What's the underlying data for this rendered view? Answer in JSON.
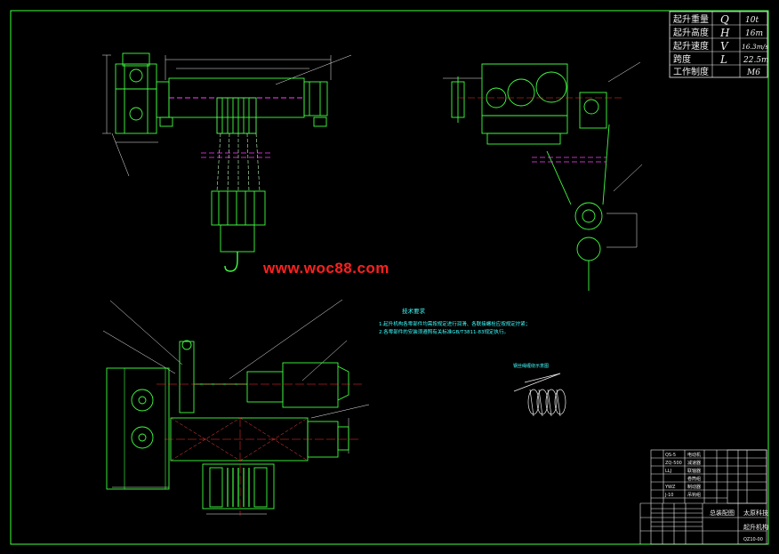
{
  "spec_table": {
    "rows": [
      {
        "label": "起升重量",
        "symbol": "Q",
        "value": "10t"
      },
      {
        "label": "起升高度",
        "symbol": "H",
        "value": "16m"
      },
      {
        "label": "起升速度",
        "symbol": "V",
        "value": "16.3m/s"
      },
      {
        "label": "跨度",
        "symbol": "L",
        "value": "22.5m"
      },
      {
        "label": "工作制度",
        "symbol": "",
        "value": "M6"
      }
    ]
  },
  "watermark": "www.woc88.com",
  "notes": {
    "title": "技术要求",
    "line1": "1.起升机构各零部件均需按规定进行润滑、各联接螺栓应按规定拧紧；",
    "line2": "2.各零部件的安装须遵照有关标准GB/T3811-83规定执行。"
  },
  "detail_label": "钢丝绳缠绕示意图",
  "title_block": {
    "name1": "总装配图",
    "name2": "起升机构",
    "org": "太原科技",
    "drawing_no": "QZ10-00",
    "bom": [
      {
        "code": "QS-5",
        "name": "电动机"
      },
      {
        "code": "ZQ-500",
        "name": "减速器"
      },
      {
        "code": "LLJ",
        "name": "联轴器"
      },
      {
        "code": "",
        "name": "卷筒组"
      },
      {
        "code": "YWZ",
        "name": "制动器"
      },
      {
        "code": "J-10",
        "name": "吊钩组"
      }
    ]
  },
  "colors": {
    "frame": "#40ff40",
    "part": "#40ff40",
    "dim": "#f0f0f0",
    "center": "#ff40ff",
    "yellow": "#ffff40",
    "cyan": "#40ffff",
    "red_line": "#ff3030",
    "watermark": "#ff2020"
  }
}
